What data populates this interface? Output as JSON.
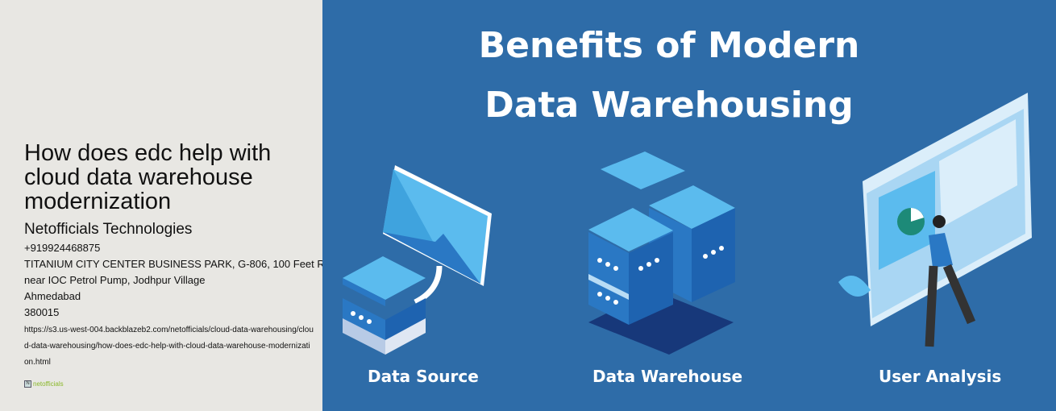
{
  "article": {
    "title": "How does edc help with cloud data warehouse modernization",
    "company": "Netofficials Technologies",
    "phone": "+919924468875",
    "address_line1": "TITANIUM CITY CENTER BUSINESS PARK, G-806, 100 Feet R",
    "address_line2": "near IOC Petrol Pump, Jodhpur Village",
    "city": "Ahmedabad",
    "postcode": "380015",
    "url": "https://s3.us-west-004.backblazeb2.com/netofficials/cloud-data-warehousing/cloud-data-warehousing/how-does-edc-help-with-cloud-data-warehouse-modernization.html",
    "logo_text": "netofficials"
  },
  "hero": {
    "title_line1": "Benefits of Modern",
    "title_line2": "Data Warehousing",
    "captions": [
      "Data Source",
      "Data Warehouse",
      "User Analysis"
    ],
    "colors": {
      "background": "#2e6ca8",
      "light": "#5bbbee",
      "mid": "#2a78c4",
      "dark": "#17387a"
    }
  }
}
